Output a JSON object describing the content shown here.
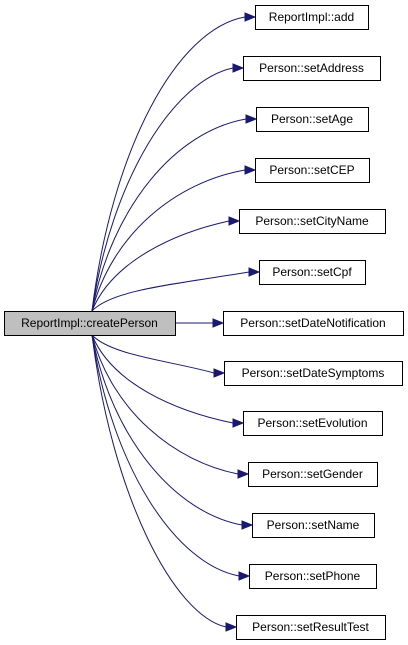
{
  "graph": {
    "root": {
      "label": "ReportImpl::createPerson",
      "fill": "#bfbfbf"
    },
    "callees": [
      "ReportImpl::add",
      "Person::setAddress",
      "Person::setAge",
      "Person::setCEP",
      "Person::setCityName",
      "Person::setCpf",
      "Person::setDateNotification",
      "Person::setDateSymptoms",
      "Person::setEvolution",
      "Person::setGender",
      "Person::setName",
      "Person::setPhone",
      "Person::setResultTest"
    ],
    "edge_color": "#191970"
  }
}
